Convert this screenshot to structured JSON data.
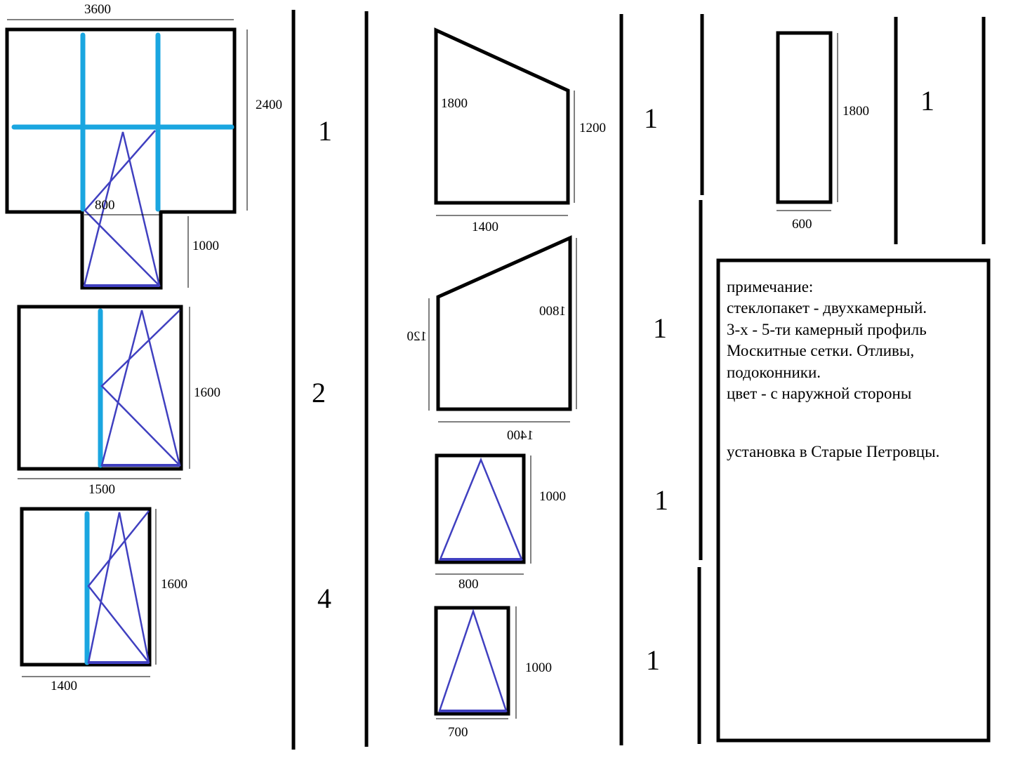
{
  "dimensions": {
    "w1_width": "3600",
    "w1_height": "2400",
    "w1_door_width": "800",
    "w1_door_height": "1000",
    "w2_height": "1600",
    "w2_width": "1500",
    "w3_height": "1600",
    "w3_width": "1400",
    "w4_left": "1800",
    "w4_right": "1200",
    "w4_width": "1400",
    "w5_left_mirrored": "120",
    "w5_right_mirrored": "1800",
    "w5_width_mirrored": "1400",
    "w6_height": "1000",
    "w6_width": "800",
    "w7_height": "1000",
    "w7_width": "700",
    "w8_height": "1800",
    "w8_width": "600"
  },
  "quantities": {
    "q1": "1",
    "q2": "2",
    "q3": "4",
    "q4": "1",
    "q5": "1",
    "q6": "1",
    "q7": "1",
    "q8": "1"
  },
  "note": {
    "lines": [
      "примечание:",
      "стеклопакет - двухкамерный.",
      "3-х - 5-ти  камерный профиль",
      "Москитные сетки. Отливы,",
      "подоконники.",
      "цвет   - с наружной  стороны",
      "",
      "",
      "установка в Старые Петровцы."
    ]
  },
  "colors": {
    "frame": "#000000",
    "mullion": "#1aa6e0",
    "sash": "#4040c0"
  }
}
